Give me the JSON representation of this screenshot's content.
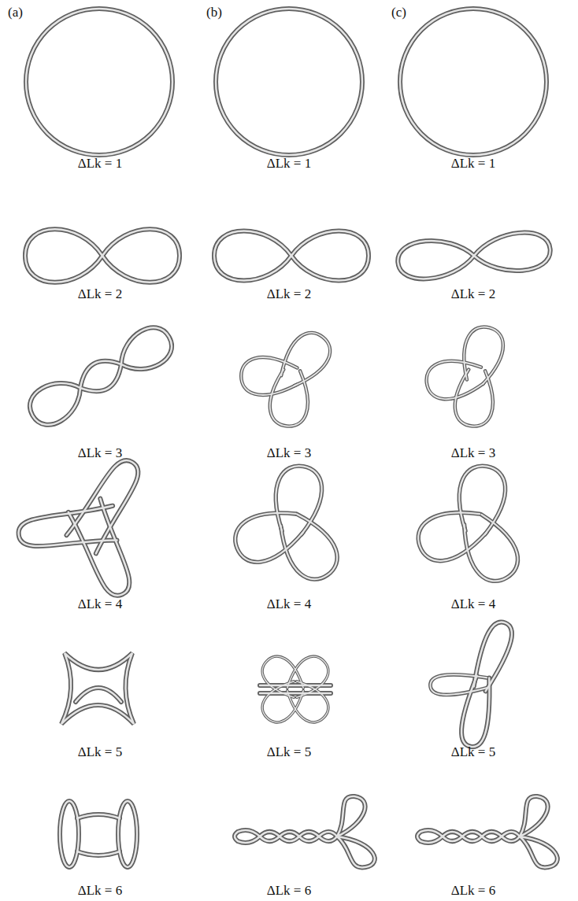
{
  "diagram": {
    "labels": [
      "(a)",
      "(b)",
      "(c)",
      "ΔLk = 1",
      "ΔLk = 1",
      "ΔLk = 1",
      "ΔLk = 2",
      "ΔLk = 2",
      "ΔLk = 2",
      "ΔLk = 3",
      "ΔLk = 3",
      "ΔLk = 3",
      "ΔLk = 4",
      "ΔLk = 4",
      "ΔLk = 4",
      "ΔLk = 5",
      "ΔLk = 5",
      "ΔLk = 5",
      "ΔLk = 6",
      "ΔLk = 6",
      "ΔLk = 6"
    ]
  }
}
